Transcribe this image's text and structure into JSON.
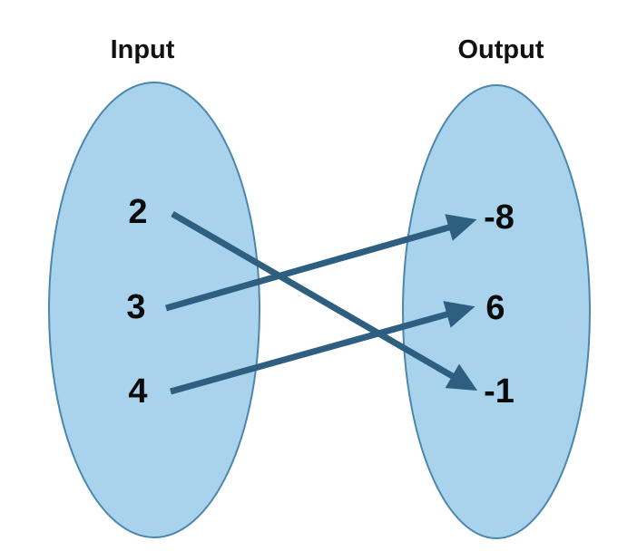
{
  "diagram": {
    "type": "mapping-diagram",
    "left_set": {
      "title": "Input",
      "elements": [
        "2",
        "3",
        "4"
      ]
    },
    "right_set": {
      "title": "Output",
      "elements": [
        "-8",
        "6",
        "-1"
      ]
    },
    "mappings": [
      {
        "from": "2",
        "to": "-1"
      },
      {
        "from": "3",
        "to": "-8"
      },
      {
        "from": "4",
        "to": "6"
      }
    ],
    "colors": {
      "ellipse_fill": "#a9d3ec",
      "ellipse_stroke": "#4b87ad",
      "arrow": "#2e5f80",
      "text": "#0a0a0a",
      "background": "#ffffff"
    }
  }
}
